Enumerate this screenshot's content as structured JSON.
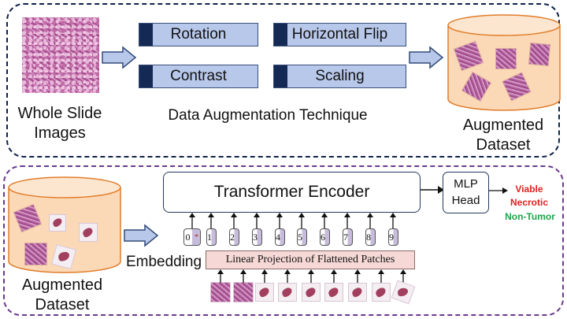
{
  "top": {
    "input_label": "Whole Slide Images",
    "input_label_line1": "Whole Slide",
    "input_label_line2": "Images",
    "augmentations": [
      "Rotation",
      "Horizontal Flip",
      "Contrast",
      "Scaling"
    ],
    "technique_label": "Data Augmentation Technique",
    "output_label_line1": "Augmented",
    "output_label_line2": "Dataset"
  },
  "bottom": {
    "dataset_label_line1": "Augmented",
    "dataset_label_line2": "Dataset",
    "embedding_label": "Embedding",
    "encoder_label": "Transformer Encoder",
    "mlp_label_line1": "MLP",
    "mlp_label_line2": "Head",
    "projection_label": "Linear Projection of Flattened Patches",
    "cls_token": "0",
    "cls_marker": "*",
    "patch_tokens": [
      "1",
      "2",
      "3",
      "4",
      "5",
      "6",
      "7",
      "8",
      "9"
    ],
    "classes": [
      {
        "label": "Viable",
        "color": "#e02020"
      },
      {
        "label": "Necrotic",
        "color": "#e02020"
      },
      {
        "label": "Non-Tumor",
        "color": "#1aa64a"
      }
    ]
  },
  "colors": {
    "top_border": "#0f2248",
    "bottom_border": "#6a3a8c",
    "aug_fill": "#b8c8ea",
    "aug_tab": "#142a55",
    "cylinder_fill": "#fbd8b6",
    "cylinder_stroke": "#e07d2b",
    "projection_fill": "#f6d9d6"
  }
}
